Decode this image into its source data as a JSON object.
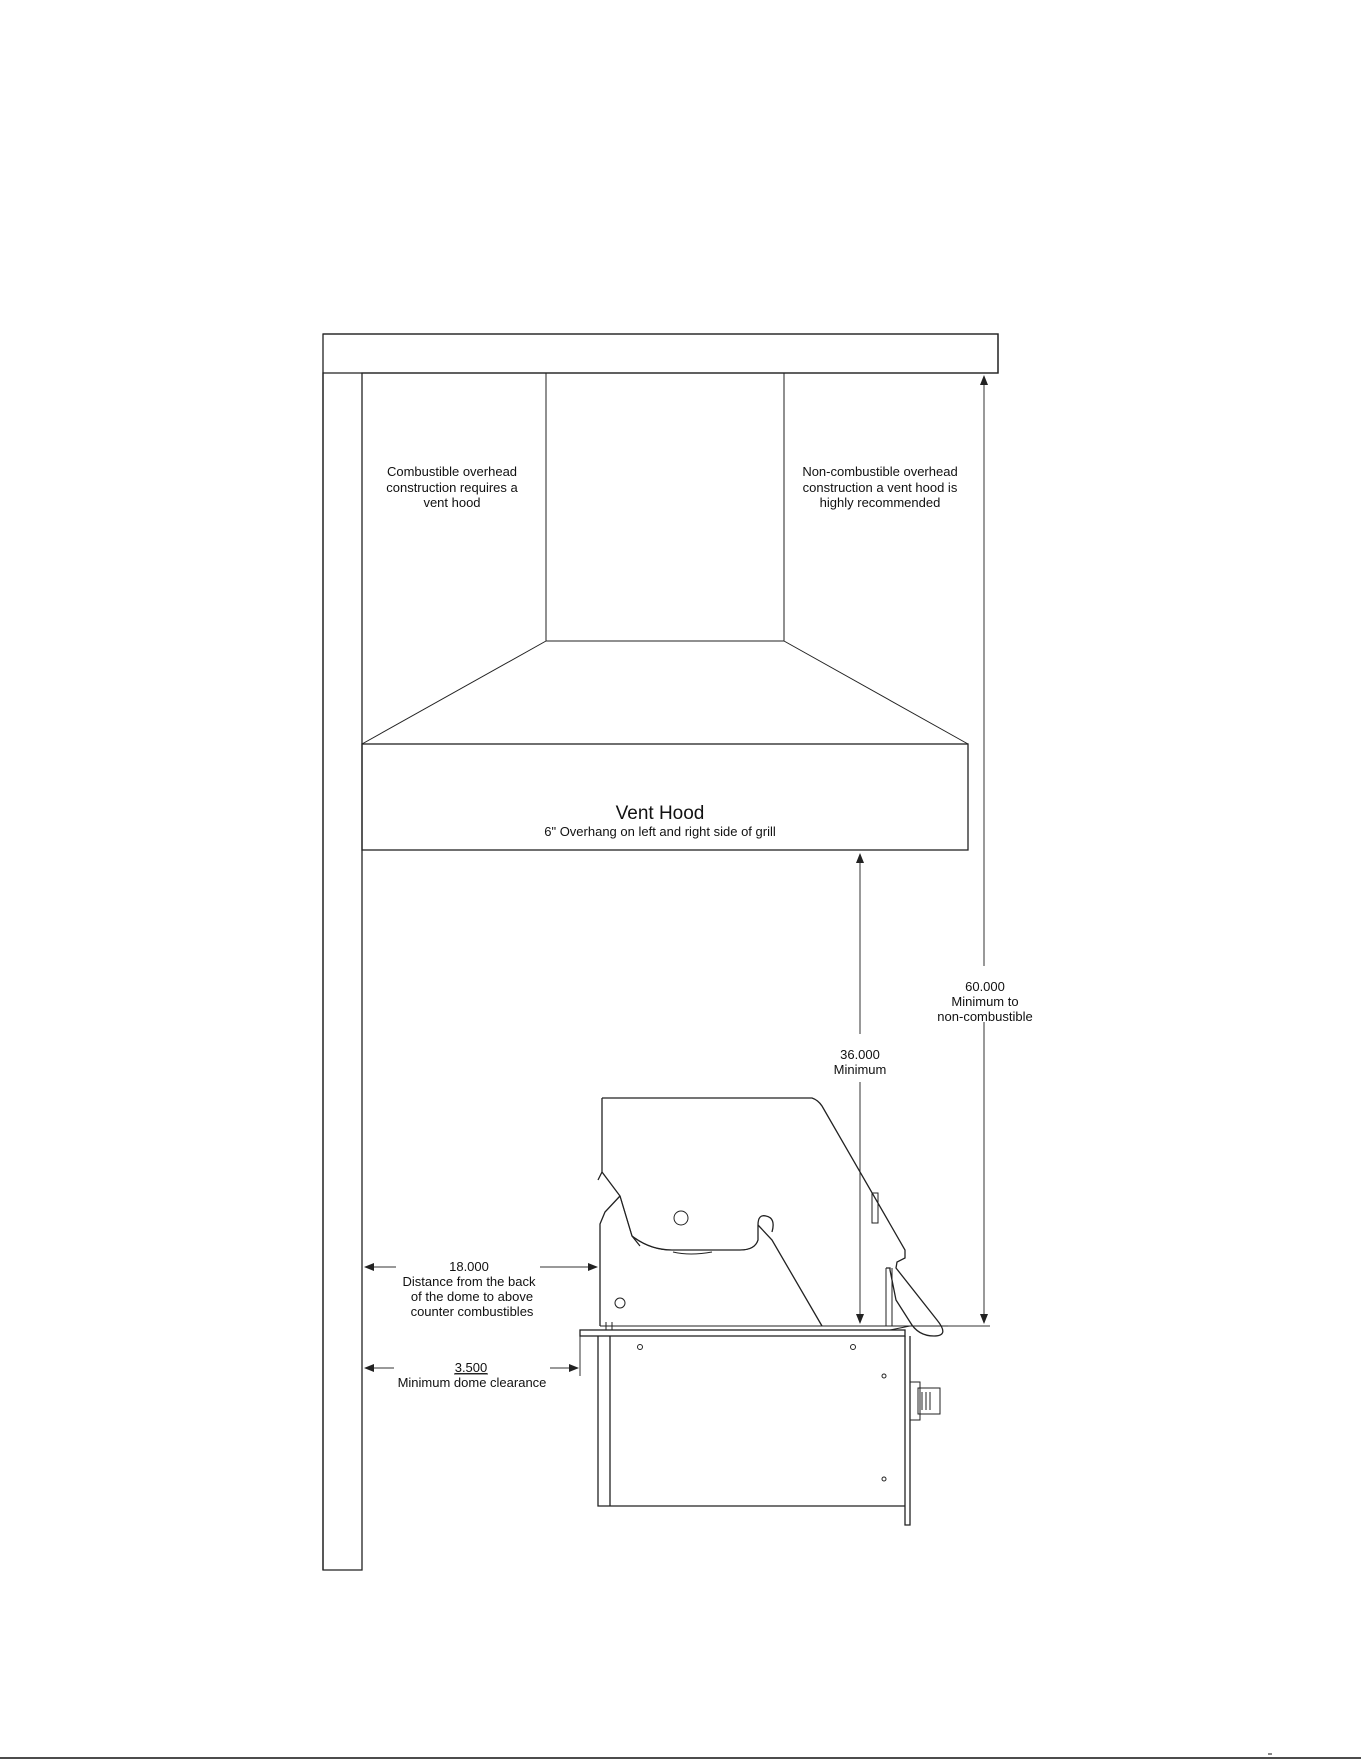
{
  "notes": {
    "combustible": [
      "Combustible overhead",
      "construction requires a",
      "vent hood"
    ],
    "non_combustible": [
      "Non-combustible overhead",
      "construction a vent hood is",
      "highly recommended"
    ]
  },
  "vent_hood": {
    "title": "Vent Hood",
    "subtitle": "6\" Overhang on left and right side of grill"
  },
  "dimensions": {
    "overall": {
      "value": "60.000",
      "line1": "Minimum to",
      "line2": "non-combustible"
    },
    "hood": {
      "value": "36.000",
      "line1": "Minimum"
    },
    "back": {
      "value": "18.000",
      "line1": "Distance from the back",
      "line2": "of the dome to above",
      "line3": "counter combustibles"
    },
    "dome": {
      "value": "3.500",
      "line1": "Minimum dome clearance"
    }
  }
}
